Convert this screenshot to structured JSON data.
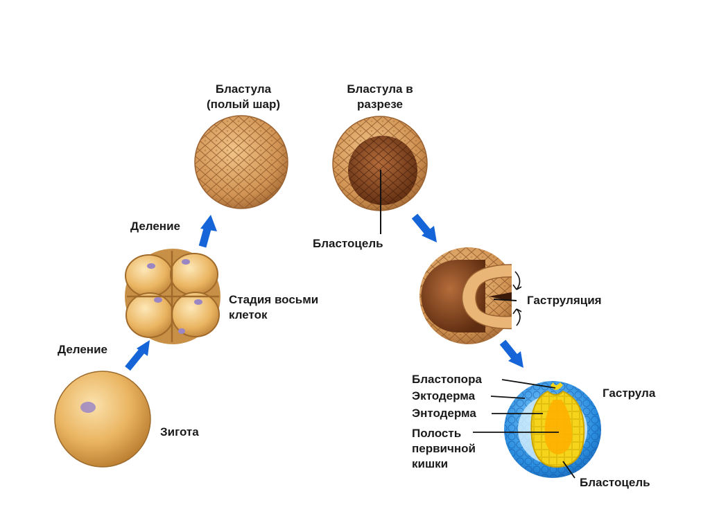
{
  "labels": {
    "blastula_title_1": "Бластула",
    "blastula_title_2": "(полый шар)",
    "blastula_section_1": "Бластула в",
    "blastula_section_2": "разрезе",
    "division_top": "Деление",
    "division_bottom": "Деление",
    "eight_cell_1": "Стадия восьми",
    "eight_cell_2": "клеток",
    "zygote": "Зигота",
    "blastocoel_top": "Бластоцель",
    "gastrulation": "Гаструляция",
    "gastrula": "Гаструла",
    "blastopore": "Бластопора",
    "ectoderm": "Эктодерма",
    "endoderm": "Энтодерма",
    "cavity_1": "Полость",
    "cavity_2": "первичной",
    "cavity_3": "кишки",
    "blastocoel_bottom": "Бластоцель"
  },
  "colors": {
    "arrow": "#1565d8",
    "zygote": "#e9b45f",
    "blastula": "#c98a4a",
    "ectoderm": "#2e8fe0",
    "endoderm": "#f2d200",
    "blastocoel": "#7a3f1b"
  }
}
